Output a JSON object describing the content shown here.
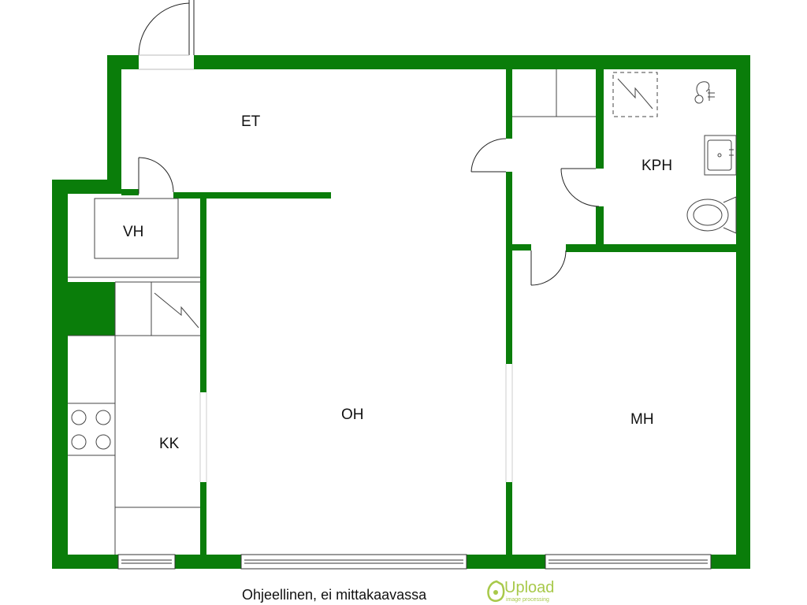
{
  "rooms": {
    "et": "ET",
    "vh": "VH",
    "kk": "KK",
    "oh": "OH",
    "mh": "MH",
    "kph": "KPH"
  },
  "caption": "Ohjeellinen, ei mittakaavassa",
  "logo": {
    "name": "Upload",
    "tagline": "image processing"
  },
  "colors": {
    "wall": "#0a7d0a",
    "logo": "#a8c94a",
    "background": "#ffffff"
  }
}
